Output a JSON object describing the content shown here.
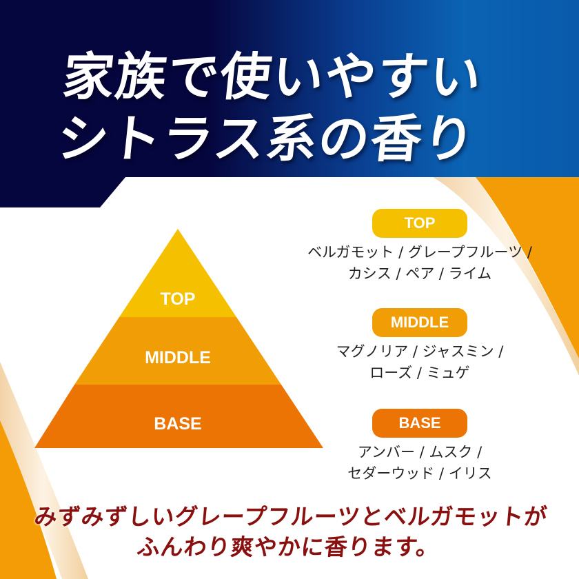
{
  "headline": {
    "line1": "家族で使いやすい",
    "line2": "シトラス系の香り"
  },
  "pyramid": {
    "tiers": [
      {
        "label": "TOP",
        "color": "#f5c000"
      },
      {
        "label": "MIDDLE",
        "color": "#f19d05"
      },
      {
        "label": "BASE",
        "color": "#ec7405"
      }
    ]
  },
  "notes": [
    {
      "badge": "TOP",
      "badge_color": "#f5c000",
      "line1": "ベルガモット / グレープフルーツ /",
      "line2": "カシス / ペア / ライム"
    },
    {
      "badge": "MIDDLE",
      "badge_color": "#f19d05",
      "line1": "マグノリア / ジャスミン /",
      "line2": "ローズ / ミュゲ"
    },
    {
      "badge": "BASE",
      "badge_color": "#ec7405",
      "line1": "アンバー / ムスク /",
      "line2": "セダーウッド / イリス"
    }
  ],
  "tagline": {
    "line1": "みずみずしいグレープフルーツとベルガモットが",
    "line2": "ふんわり爽やかに香ります。"
  },
  "colors": {
    "navy": "#06063f",
    "blue": "#0b63b3",
    "orange": "#f39c06",
    "cream": "#f7dfbf",
    "tagline": "#8a1010"
  }
}
